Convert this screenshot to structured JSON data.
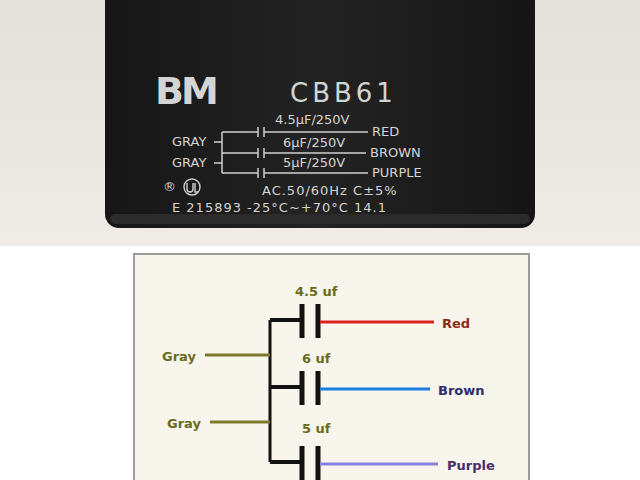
{
  "diagram": {
    "nodes": [
      {
        "text": [
          "BM",
          "CBB61",
          "4.5μF/250V",
          "RED",
          "GRAY",
          "6μF/250V",
          "BROWN",
          "GRAY",
          "5μF/250V",
          "PURPLE",
          "®",
          "AC.50/60Hz C±5%",
          "E 215893 -25°C~+70°C 14.1"
        ]
      },
      {
        "text": [
          "4.5 uf",
          "Red",
          "Gray",
          "6 uf",
          "Brown",
          "Gray",
          "5 uf",
          "Purple"
        ]
      }
    ]
  }
}
